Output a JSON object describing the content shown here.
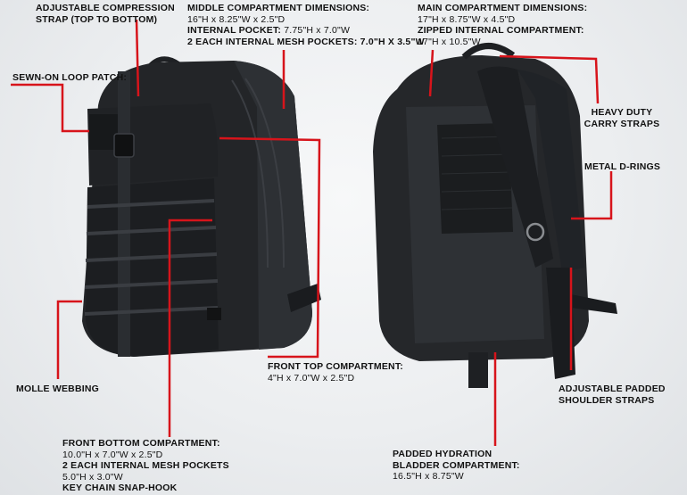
{
  "colors": {
    "accent_line": "#d7141b",
    "pack": "#232528",
    "pack_light": "#3a3d41",
    "background": "#eceef0"
  },
  "callouts": {
    "compression": {
      "title": [
        "ADJUSTABLE COMPRESSION",
        "STRAP (TOP TO BOTTOM)"
      ]
    },
    "loop_patch": {
      "title": "SEWN-ON LOOP PATCH:"
    },
    "middle": {
      "title": "MIDDLE COMPARTMENT DIMENSIONS:",
      "dims": "16\"H x 8.25\"W x 2.5\"D",
      "internal_pocket_label": "INTERNAL POCKET:",
      "internal_pocket_value": " 7.75\"H x 7.0\"W",
      "mesh": "2 EACH INTERNAL MESH POCKETS: 7.0\"H x 3.5\"W"
    },
    "main": {
      "title": "MAIN COMPARTMENT DIMENSIONS:",
      "dims": "17\"H x 8.75\"W x 4.5\"D",
      "zipped": "ZIPPED INTERNAL COMPARTMENT:",
      "zipped_dims": "17\"H x 10.5\"W"
    },
    "carry_straps": {
      "title": [
        "HEAVY DUTY",
        "CARRY STRAPS"
      ]
    },
    "d_rings": {
      "title": "METAL D-RINGS"
    },
    "molle": {
      "title": "MOLLE WEBBING"
    },
    "front_top": {
      "title": "FRONT TOP COMPARTMENT:",
      "dims": "4\"H x 7.0\"W x 2.5\"D"
    },
    "shoulder": {
      "title": [
        "ADJUSTABLE PADDED",
        "SHOULDER STRAPS"
      ]
    },
    "front_bottom": {
      "title": "FRONT BOTTOM COMPARTMENT:",
      "dims": "10.0\"H x 7.0\"W x 2.5\"D",
      "mesh": "2 EACH INTERNAL MESH POCKETS",
      "mesh_dims": "5.0\"H x 3.0\"W",
      "snap": "KEY CHAIN SNAP-HOOK"
    },
    "hydration": {
      "title": [
        "PADDED HYDRATION",
        "BLADDER COMPARTMENT:"
      ],
      "dims": "16.5\"H x 8.75\"W"
    }
  }
}
